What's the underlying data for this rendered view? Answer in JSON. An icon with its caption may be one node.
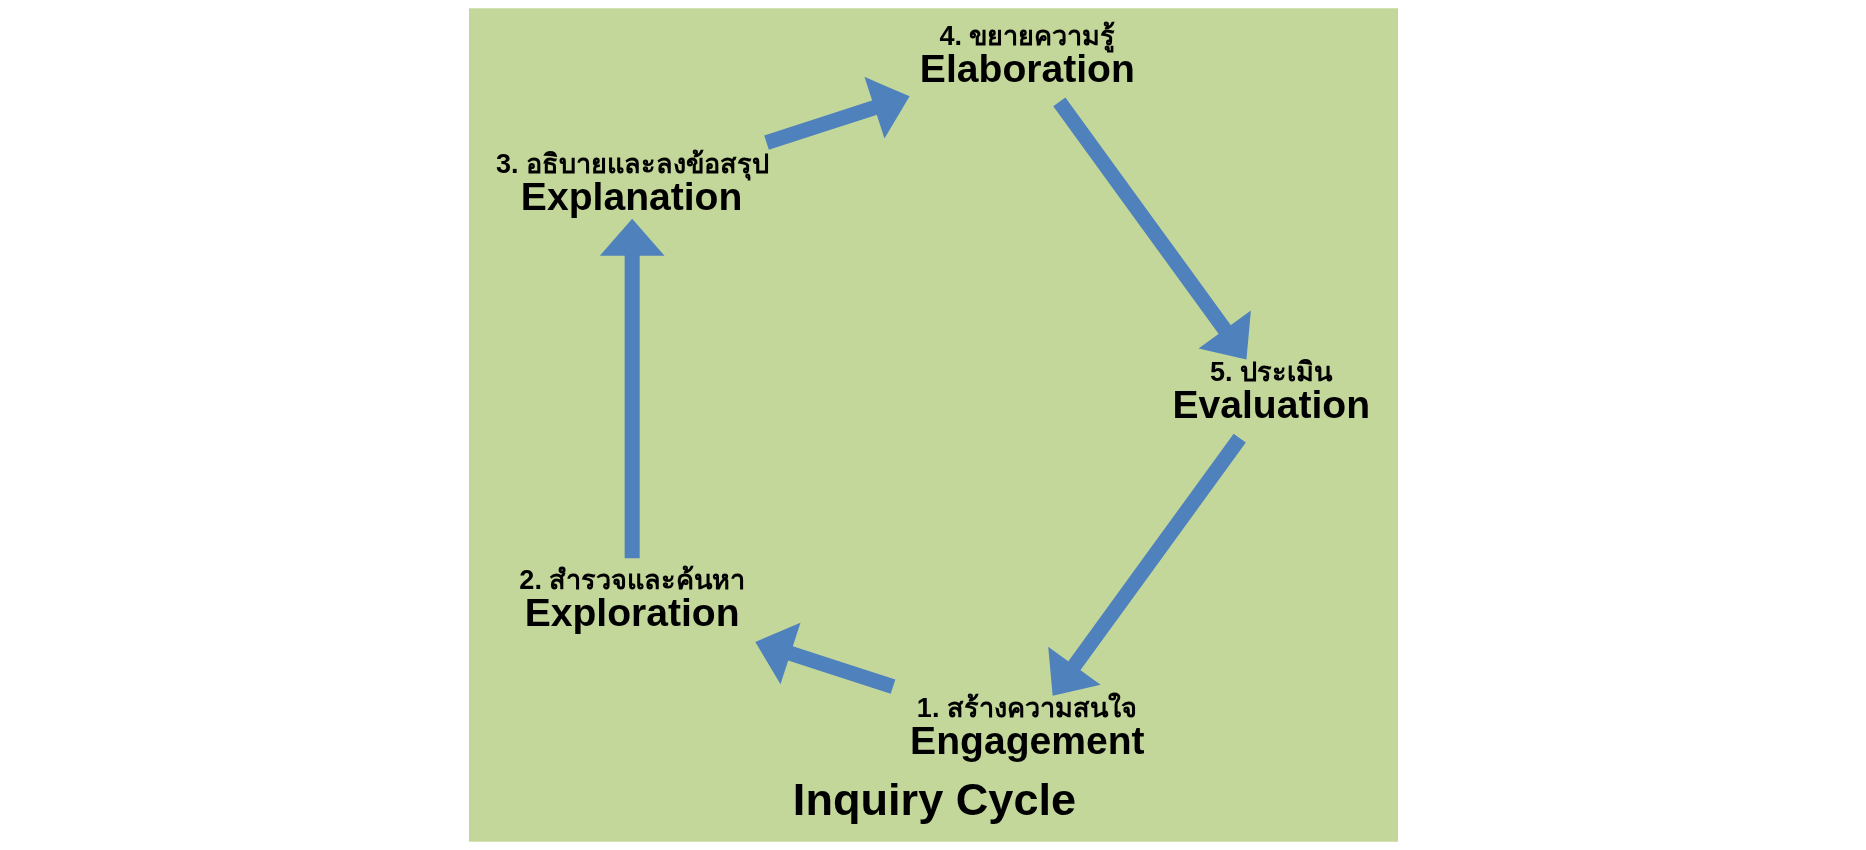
{
  "diagram": {
    "title": "Inquiry Cycle",
    "nodes": [
      {
        "text": [
          "1. สร้างความสนใจ",
          "Engagement"
        ]
      },
      {
        "text": [
          "2. สำรวจและค้นหา",
          "Exploration"
        ]
      },
      {
        "text": [
          "3. อธิบายและลงข้อสรุป",
          "Explanation"
        ]
      },
      {
        "text": [
          "4. ขยายความรู้",
          "Elaboration"
        ]
      },
      {
        "text": [
          "5. ประเมิน",
          "Evaluation"
        ]
      }
    ],
    "edges": [
      {
        "from": 4,
        "to": 0,
        "arrow": "to"
      },
      {
        "from": 0,
        "to": 1,
        "arrow": "to"
      },
      {
        "from": 1,
        "to": 2,
        "arrow": "to"
      },
      {
        "from": 2,
        "to": 3,
        "arrow": "to"
      },
      {
        "from": 3,
        "to": 4,
        "arrow": "to"
      }
    ]
  }
}
